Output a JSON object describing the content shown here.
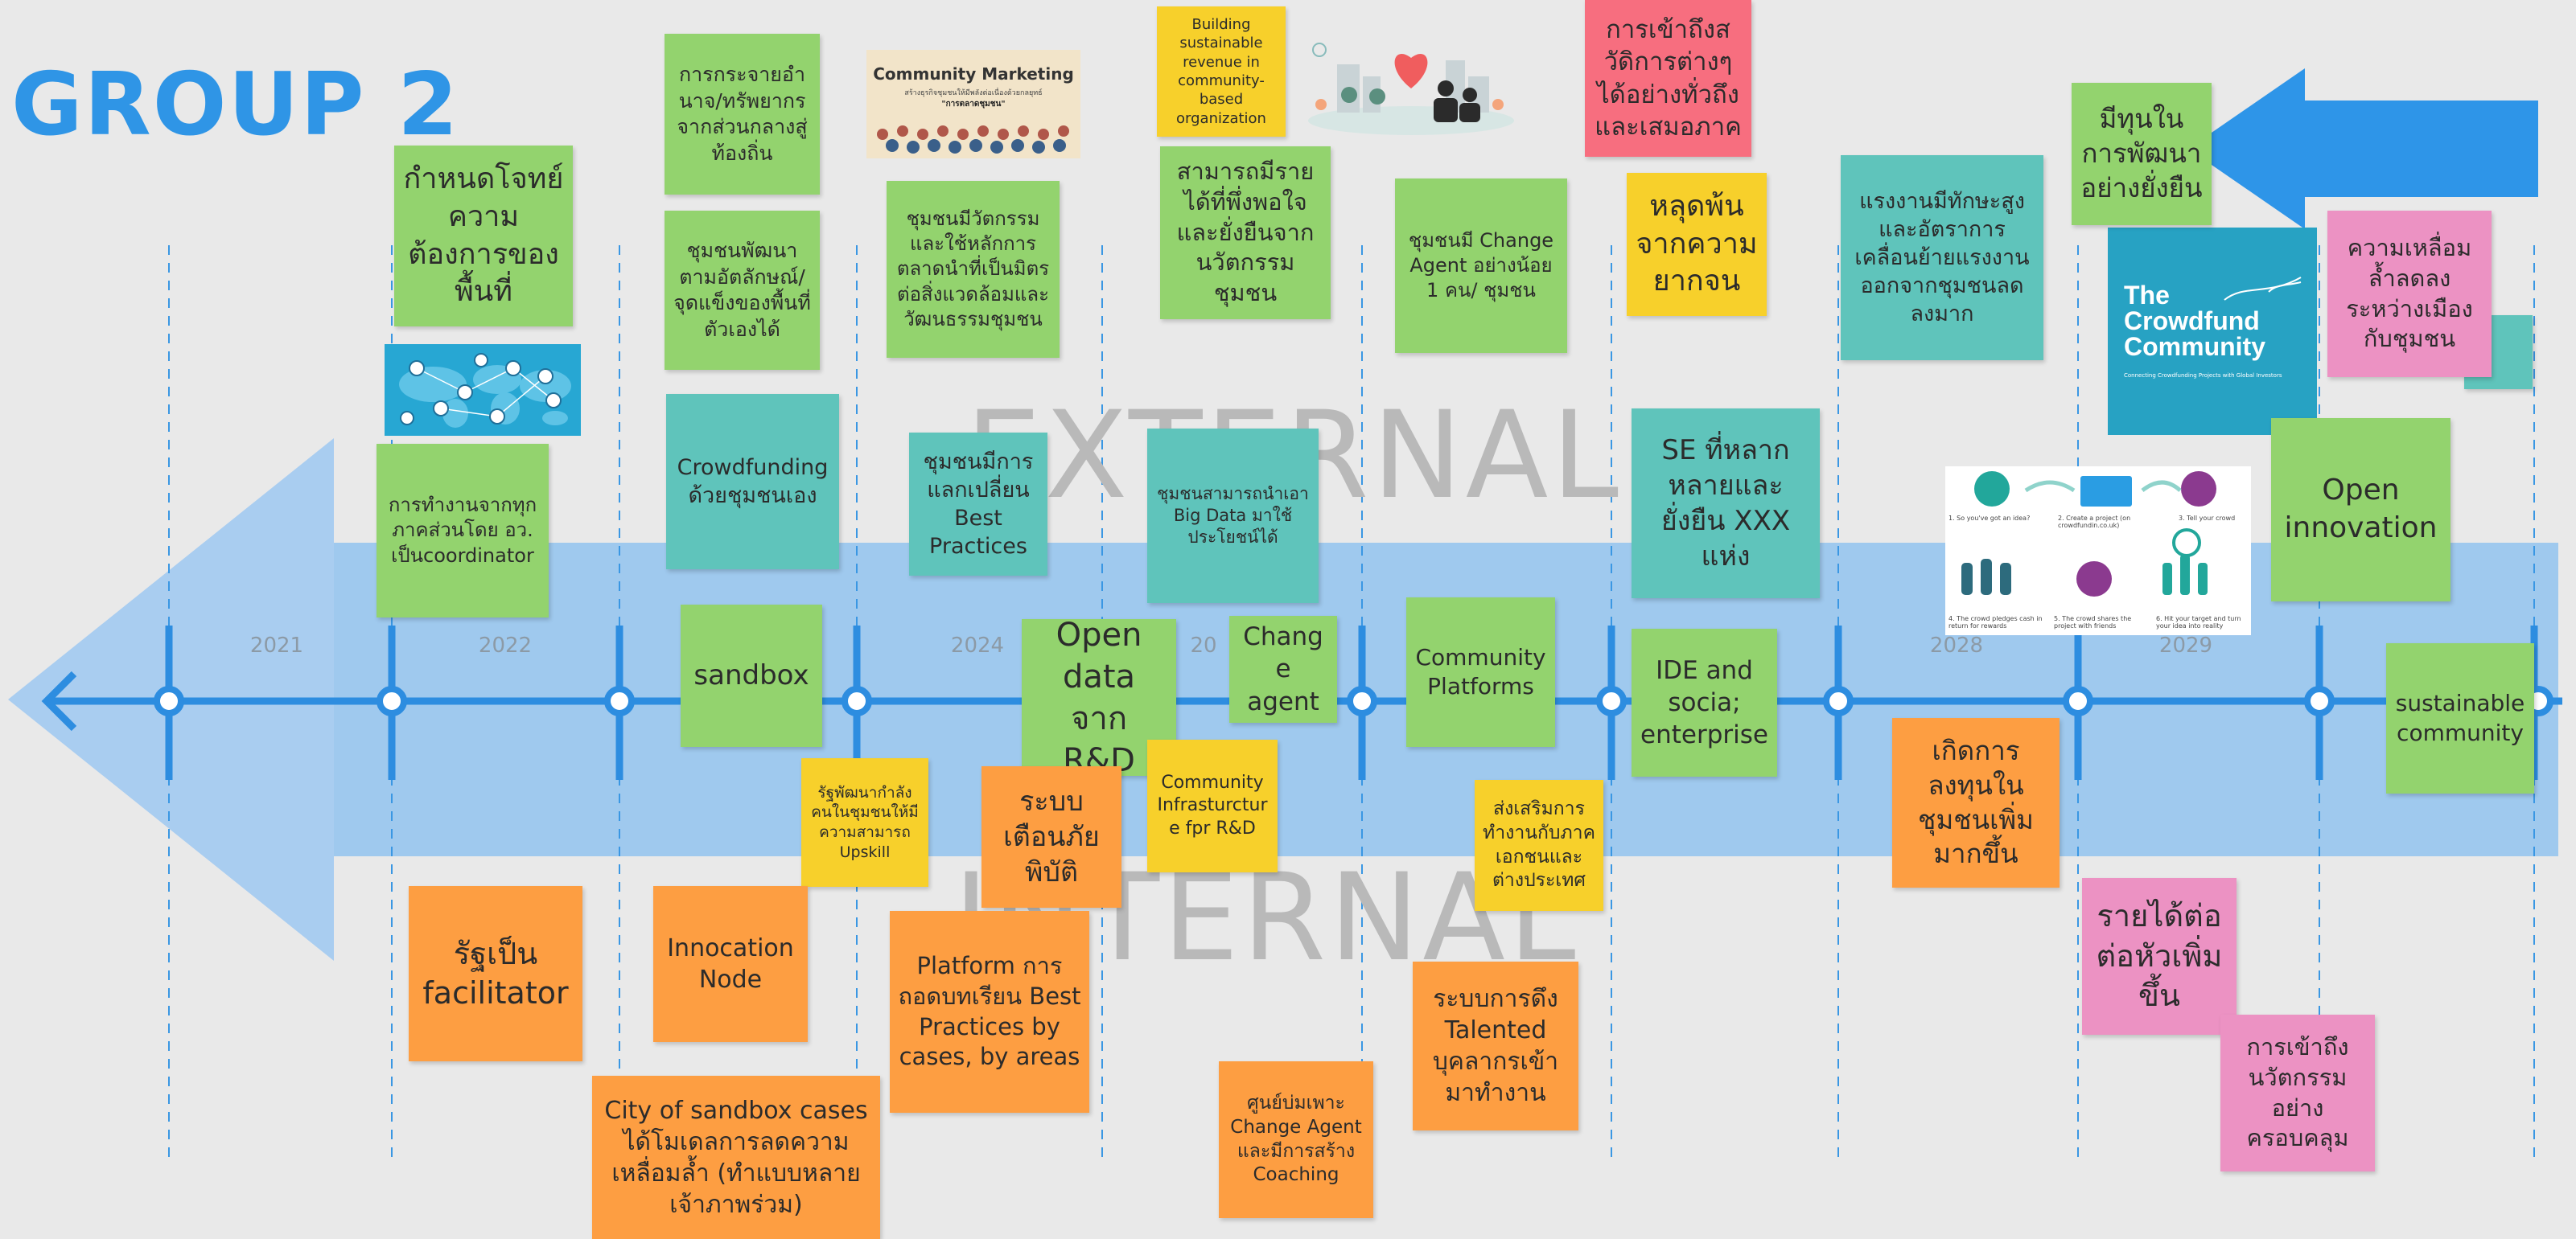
{
  "title": "GROUP 2",
  "years": [
    "2021",
    "2022",
    "2024",
    "20",
    "2028",
    "2029"
  ],
  "band_words": {
    "external": "EXTERNAL",
    "internal": "INTERNAL"
  },
  "colors": {
    "band": "#9fc9ee",
    "arrow": "#a9cdf0",
    "axis": "#2d8de0",
    "title": "#2f95e6",
    "green": "#93d36e",
    "teal": "#5fc4bb",
    "orange": "#fd9e42",
    "yellow": "#f7d02b",
    "red": "#f76e7f",
    "pink": "#ec92c3"
  },
  "notes": {
    "n1": "กำหนดโจทย์ความต้องการของพื้นที่",
    "n2": "การทำงานจากทุกภาคส่วนโดย อว. เป็นcoordinator",
    "n3": "การกระจายอำนาจ/ทรัพยากรจากส่วนกลางสู่ท้องถิ่น",
    "n4": "ชุมชนพัฒนาตามอัตลักษณ์/จุดแข็งของพื้นที่ตัวเองได้",
    "n5": "Crowdfunding ด้วยชุมชนเอง",
    "n6": "sandbox",
    "n7": "ชุมชนมีวัตกรรมและใช้หลักการตลาดนำที่เป็นมิตรต่อสิ่งแวดล้อมและวัฒนธรรมชุมชน",
    "n8": "ชุมชนมีการแลกเปลี่ยน Best Practices",
    "n9": "Open data จาก R&D",
    "n10": "Building sustainable revenue in community-based organization",
    "n11": "สามารถมีรายได้ที่พึ่งพอใจและยั่งยืนจากนวัตกรรมชุมชน",
    "n12": "ชุมชนสามารถนำเอา Big Data มาใช้ประโยชน์ได้",
    "n13": "Change agent",
    "n14": "ชุมชนมี Change Agent อย่างน้อย 1 คน/ ชุมชน",
    "n15": "Community Platforms",
    "n16": "การเข้าถึงสวัดิการต่างๆได้อย่างทั่วถึงและเสมอภาค",
    "n17": "หลุดพ้นจากความยากจน",
    "n18": "SE ที่หลากหลายและยั่งยืน XXX แห่ง",
    "n19": "IDE and socia; enterprise",
    "n20": "แรงงานมีทักษะสูงและอัตราการเคลื่อนย้ายแรงงานออกจากชุมชนลดลงมาก",
    "n21": "มีทุนในการพัฒนาอย่างยั่งยืน",
    "n22": "ความเหลื่อมล้ำลดลงระหว่างเมืองกับชุมชน",
    "n23": "Open innovation",
    "n24": "sustainable community",
    "n25": "รัฐพัฒนากำลังคนในชุมชนให้มีความสามารถ Upskill",
    "n26": "ระบบเตือนภัยพิบัติ",
    "n27": "Community Infrasturcture fpr R&D",
    "n28": "ส่งเสริมการทำงานกับภาคเอกชนและต่างประเทศ",
    "n29": "เกิดการลงทุนในชุมชนเพิ่มมากขึ้น",
    "n30": "รายได้ต่อต่อหัวเพิ่มขึ้น",
    "n31": "การเข้าถึงนวัตกรรมอย่างครอบคลุม",
    "n32": "รัฐเป็น facilitator",
    "n33": "Innocation Node",
    "n34": "Platform การถอดบทเรียน Best Practices by cases, by areas",
    "n35": "City of sandbox cases ได้โมเดลการลดความเหลื่อมล้ำ (ทำแบบหลายเจ้าภาพร่วม)",
    "n36": "ระบบการดึง Talented บุคลากรเข้ามาทำงาน",
    "n37": "ศูนย์บ่มเพาะ Change Agent และมีการสร้าง Coaching"
  },
  "images": {
    "community_marketing_title": "Community Marketing",
    "community_marketing_sub": "สร้างธุรกิจชุมชนให้มีพลังต่อเนื่องด้วยกลยุทธ์",
    "community_marketing_tag": "\"การตลาดชุมชน\"",
    "crowdfund_line1": "The",
    "crowdfund_line2": "Crowdfund",
    "crowdfund_line3": "Community",
    "crowdfund_tagline": "Connecting Crowdfunding Projects with Global Investors",
    "steps": [
      "1. So you've got an idea?",
      "2. Create a project (on crowdfundin.co.uk)",
      "3. Tell your crowd",
      "4. The crowd pledges cash in return for rewards",
      "5. The crowd shares the project with friends",
      "6. Hit your target and turn your idea into reality"
    ]
  }
}
